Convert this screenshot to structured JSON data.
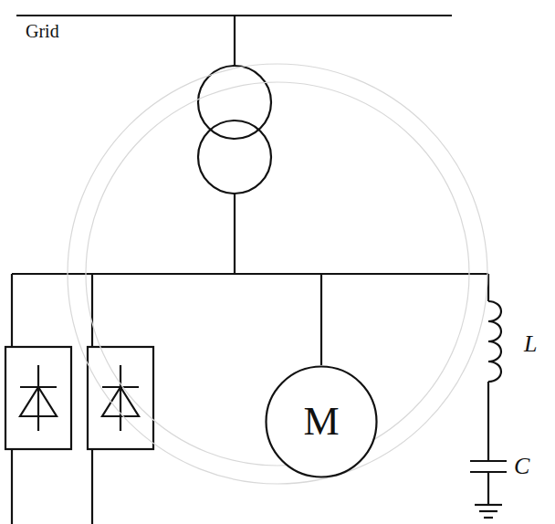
{
  "diagram": {
    "nodes": [
      {
        "text": [
          "M"
        ]
      }
    ],
    "labels": [
      "Grid",
      "L",
      "C"
    ]
  }
}
